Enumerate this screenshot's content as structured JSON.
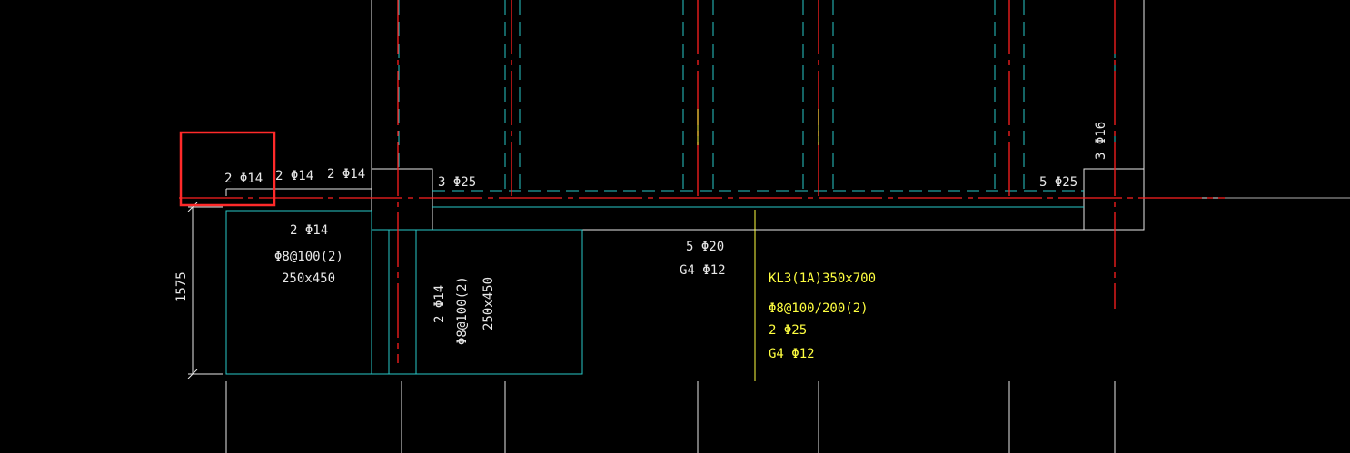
{
  "colors": {
    "background": "#000000",
    "white": "#e8e8e8",
    "cyan": "#28c8c8",
    "red": "#ff2020",
    "yellow": "#ffff40",
    "highlight": "#ff2a2a"
  },
  "labels": {
    "beam_left_top_a": "2 Φ14",
    "beam_left_top_b": "2 Φ14",
    "beam_left_top_c": "2 Φ14",
    "beam_left_bottom": "2 Φ14",
    "beam_left_stirrup": "Φ8@100(2)",
    "beam_left_section": "250x450",
    "beam_mid_top": "3 Φ25",
    "beam_right_top": "5 Φ25",
    "column_right_bar": "3 Φ16",
    "beam_main_bottom": "5 Φ20",
    "beam_main_side": "G4 Φ12",
    "vert_beam_bar": "2 Φ14",
    "vert_beam_stirrup": "Φ8@100(2)",
    "vert_beam_section": "250x450",
    "dimension_height": "1575"
  },
  "callout": {
    "name": "KL3(1A)350x700",
    "stirrup": "Φ8@100/200(2)",
    "top_bars": "2 Φ25",
    "side_bars": "G4 Φ12"
  }
}
